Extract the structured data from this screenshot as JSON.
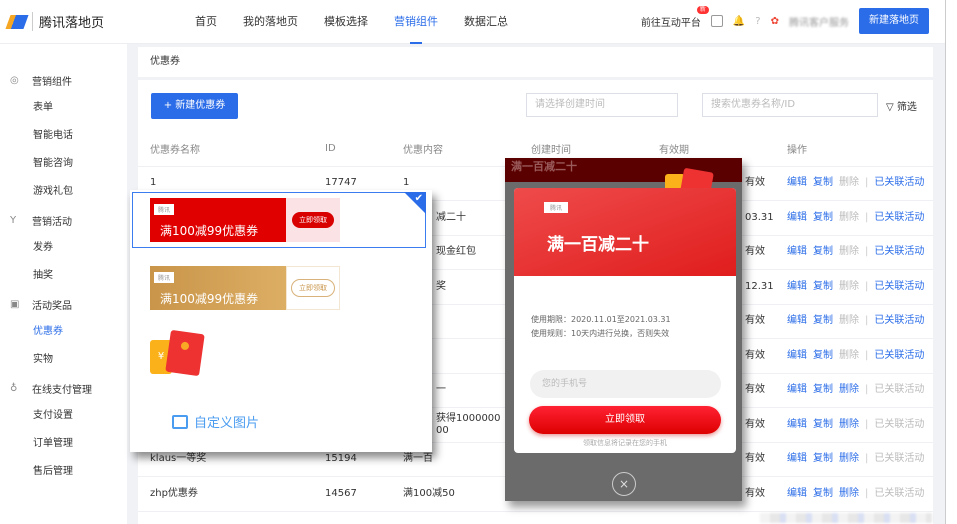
{
  "header": {
    "logo": "腾讯落地页",
    "nav": [
      "首页",
      "我的落地页",
      "模板选择",
      "营销组件",
      "数据汇总"
    ],
    "active_nav": 3,
    "platform_link": "前往互动平台",
    "platform_badge": "新",
    "account": "腾讯客户服务",
    "new_page_button": "新建落地页"
  },
  "sidebar": [
    {
      "group": "营销组件",
      "icon": "component-icon",
      "items": [
        "表单",
        "智能电话",
        "智能咨询",
        "游戏礼包"
      ]
    },
    {
      "group": "营销活动",
      "icon": "cup-icon",
      "items": [
        "发券",
        "抽奖"
      ]
    },
    {
      "group": "活动奖品",
      "icon": "gift-icon",
      "items": [
        "优惠券",
        "实物"
      ]
    },
    {
      "group": "在线支付管理",
      "icon": "payment-icon",
      "items": [
        "支付设置",
        "订单管理",
        "售后管理"
      ]
    }
  ],
  "sidebar_active": "优惠券",
  "breadcrumb": "优惠券",
  "toolbar": {
    "add_button": "+ 新建优惠券",
    "date_placeholder": "请选择创建时间",
    "search_placeholder": "搜索优惠券名称/ID",
    "filter": "筛选"
  },
  "table": {
    "headers": [
      "优惠券名称",
      "ID",
      "优惠内容",
      "创建时间",
      "有效期",
      "操作"
    ],
    "rows": [
      {
        "name": "1",
        "id": "17747",
        "content": "1",
        "validity": "有效",
        "delete_enabled": false,
        "linked": true
      },
      {
        "name": "",
        "id": "",
        "content": "减二十",
        "validity": "03.31",
        "delete_enabled": false,
        "linked": true
      },
      {
        "name": "",
        "id": "",
        "content": "现金红包",
        "validity": "有效",
        "delete_enabled": false,
        "linked": true
      },
      {
        "name": "",
        "id": "",
        "content": "奖",
        "validity": "12.31",
        "delete_enabled": false,
        "linked": true
      },
      {
        "name": "",
        "id": "",
        "content": "",
        "validity": "有效",
        "delete_enabled": false,
        "linked": true
      },
      {
        "name": "",
        "id": "",
        "content": "",
        "validity": "有效",
        "delete_enabled": false,
        "linked": true
      },
      {
        "name": "",
        "id": "",
        "content": "一",
        "validity": "有效",
        "delete_enabled": true,
        "linked": false
      },
      {
        "name": "",
        "id": "",
        "content": "获得100000000",
        "validity": "有效",
        "delete_enabled": true,
        "linked": false
      },
      {
        "name": "klaus一等奖",
        "id": "15194",
        "content": "满一百",
        "validity": "有效",
        "delete_enabled": true,
        "linked": false
      },
      {
        "name": "zhp优惠券",
        "id": "14567",
        "content": "满100减50",
        "validity": "有效",
        "delete_enabled": true,
        "linked": false
      }
    ],
    "actions": {
      "edit": "编辑",
      "copy": "复制",
      "delete": "删除",
      "linked": "已关联活动"
    }
  },
  "style_picker": {
    "coupon_text": "满100减99优惠券",
    "claim_red": "立即领取",
    "claim_gold": "立即领取",
    "custom_image": "自定义图片",
    "colors": {
      "red": "#e00000",
      "gold": "#c9954a",
      "accent": "#2b6de8"
    }
  },
  "preview": {
    "top_text": "满一百减二十",
    "title": "满一百减二十",
    "period": "使用期限：2020.11.01至2021.03.31",
    "rule": "使用规则：10天内进行兑换，否则失效",
    "phone_placeholder": "您的手机号",
    "claim_button": "立即领取",
    "note": "领取信息将记录在您的手机"
  }
}
